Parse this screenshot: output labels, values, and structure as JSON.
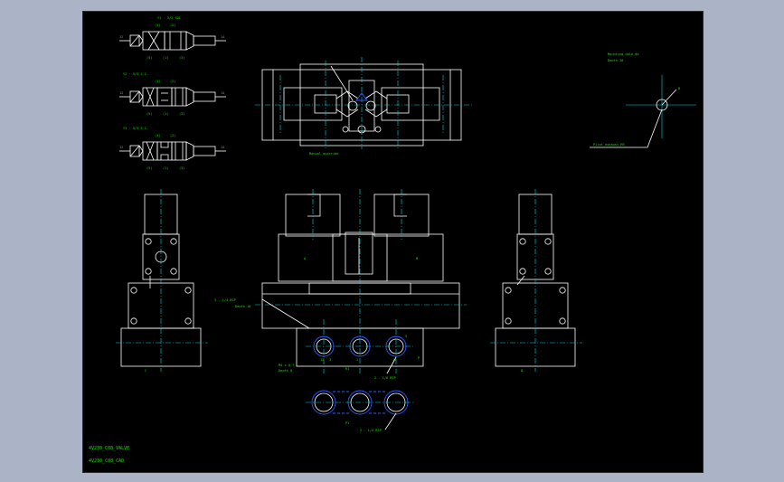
{
  "drawing": {
    "symbols": [
      {
        "title": "Y1 · 5/2 SOL",
        "ports": [
          "(4)",
          "(2)",
          "(5)",
          "(1)",
          "(3)"
        ],
        "side_a": "12",
        "side_b": "14"
      },
      {
        "title": "Y2 · 5/3 C.C.",
        "ports": [
          "(4)",
          "(2)",
          "(5)",
          "(1)",
          "(3)"
        ],
        "side_a": "12",
        "side_b": "14"
      },
      {
        "title": "Y3 · 5/3 E.C.",
        "ports": [
          "(4)",
          "(2)",
          "(5)",
          "(1)",
          "(3)"
        ],
        "side_a": "12",
        "side_b": "14"
      }
    ],
    "top_view_label": "Manual override",
    "detail": {
      "note1": "Mounting hole  ϕ4",
      "note2": "Depth  10",
      "leader": "Pilot exhaust  M5",
      "tag": "B"
    },
    "front_labels": {
      "coil_a": "A",
      "coil_b": "B",
      "port_note": "3 - 1/4 BSP",
      "port_depth": "Depth 10",
      "bottom_note": "2 - 1/8 BSP",
      "ports": [
        "12",
        "14"
      ],
      "ports_bottom": [
        "3",
        "1",
        "5"
      ],
      "r_tag": "R1",
      "p_tag": "P",
      "mount_note": "M4 x 0.7",
      "mount_depth": "Depth 8"
    },
    "side_labels": {
      "left_tag": "C",
      "right_tag": "D"
    },
    "bottom_ports_note": "2 - 1/4 BSP",
    "bottom_ports_tag": "P1",
    "title_block": {
      "line1": "4V230_C08_VALVE",
      "line2": "4V230_C08_CAD"
    }
  }
}
